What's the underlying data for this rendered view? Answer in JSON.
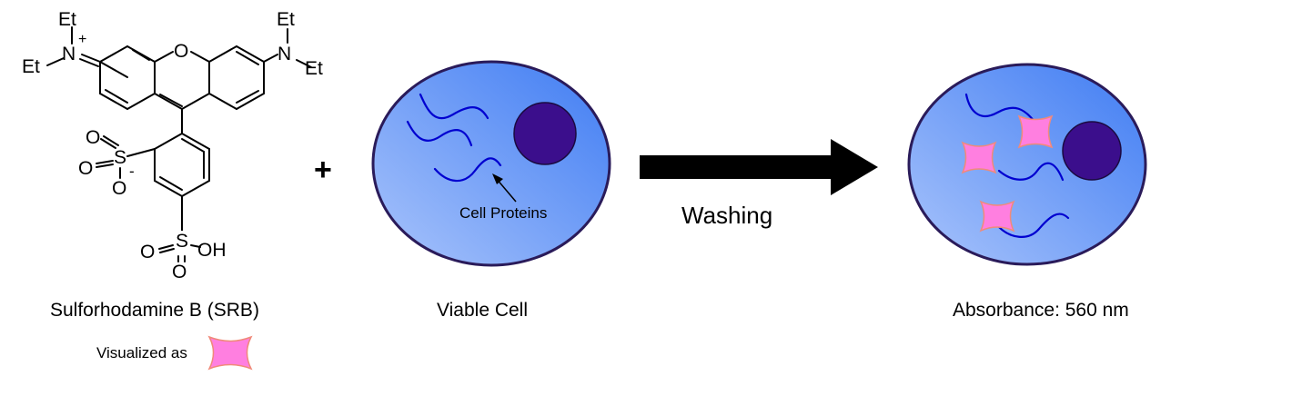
{
  "molecule": {
    "name": "Sulforhodamine B (SRB)",
    "visualized_as": "Visualized as",
    "atoms": {
      "et": "Et",
      "n": "N",
      "plus": "+",
      "o": "O",
      "s": "S",
      "minus": "-",
      "oh": "OH"
    }
  },
  "plus_sign": "+",
  "viable_cell": {
    "caption": "Viable Cell",
    "protein_label": "Cell Proteins"
  },
  "process": {
    "step_label": "Washing"
  },
  "result_cell": {
    "caption": "Absorbance: 560 nm"
  },
  "colors": {
    "cell_outline": "#2a1b5a",
    "cell_fill_light": "#a9c4fb",
    "cell_fill_dark": "#3f7cf3",
    "nucleus": "#3b0e8c",
    "protein_strand": "#0000d0",
    "dye_fill": "#ff7fe0",
    "dye_outline": "#f08a7a",
    "arrow": "#000000"
  },
  "icons": [
    "dye-star-icon",
    "arrow-right-icon"
  ]
}
